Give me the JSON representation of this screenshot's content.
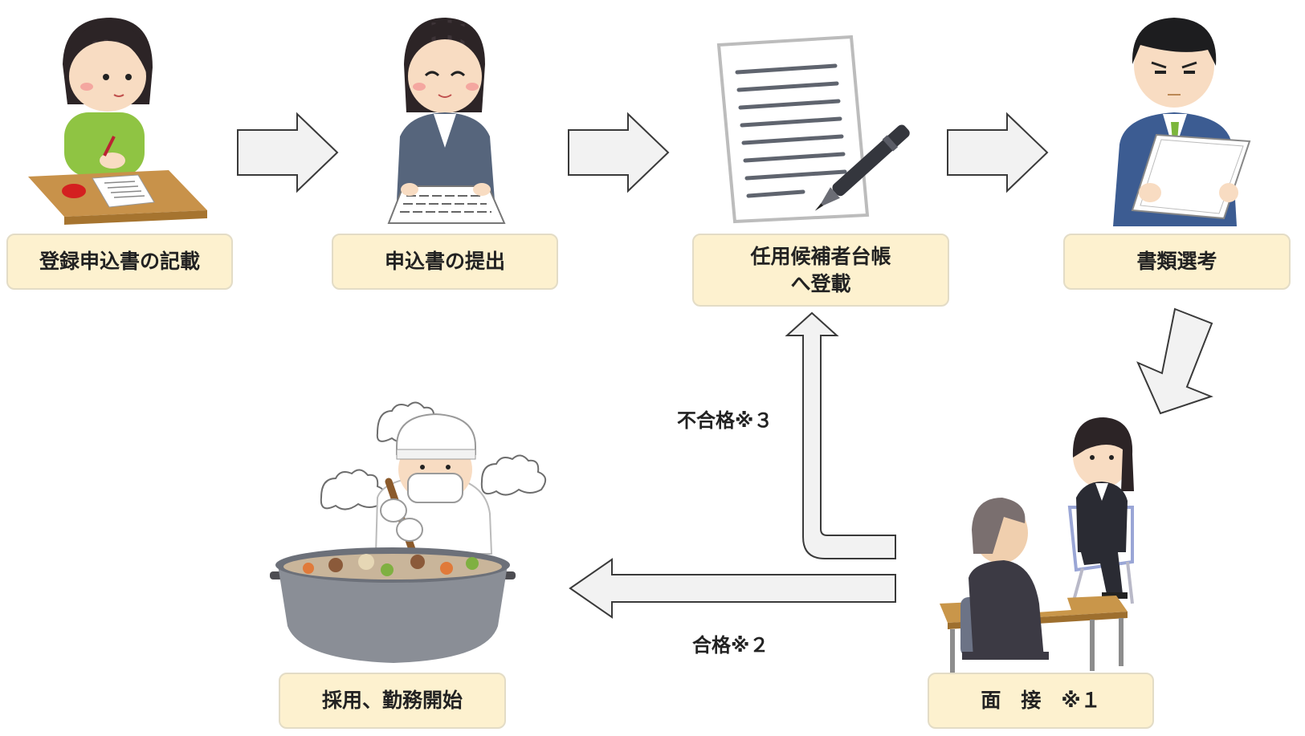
{
  "colors": {
    "box_fill": "#fdf1cf",
    "box_border": "#e3dcc6",
    "arrow_fill": "#f2f2f2",
    "arrow_stroke": "#3a3a3a"
  },
  "steps": [
    {
      "id": "step-1",
      "label": "登録申込書の記載",
      "icon": "woman-writing-application-icon"
    },
    {
      "id": "step-2",
      "label": "申込書の提出",
      "icon": "woman-submitting-document-icon"
    },
    {
      "id": "step-3",
      "label": "任用候補者台帳\nへ登載",
      "icon": "document-and-pen-icon"
    },
    {
      "id": "step-4",
      "label": "書類選考",
      "icon": "man-reviewing-papers-icon"
    },
    {
      "id": "step-5",
      "label": "面　接　※１",
      "icon": "interview-scene-icon"
    },
    {
      "id": "step-6",
      "label": "採用、勤務開始",
      "icon": "school-lunch-cook-icon"
    }
  ],
  "edges": {
    "fail_label": "不合格※３",
    "pass_label": "合格※２"
  }
}
